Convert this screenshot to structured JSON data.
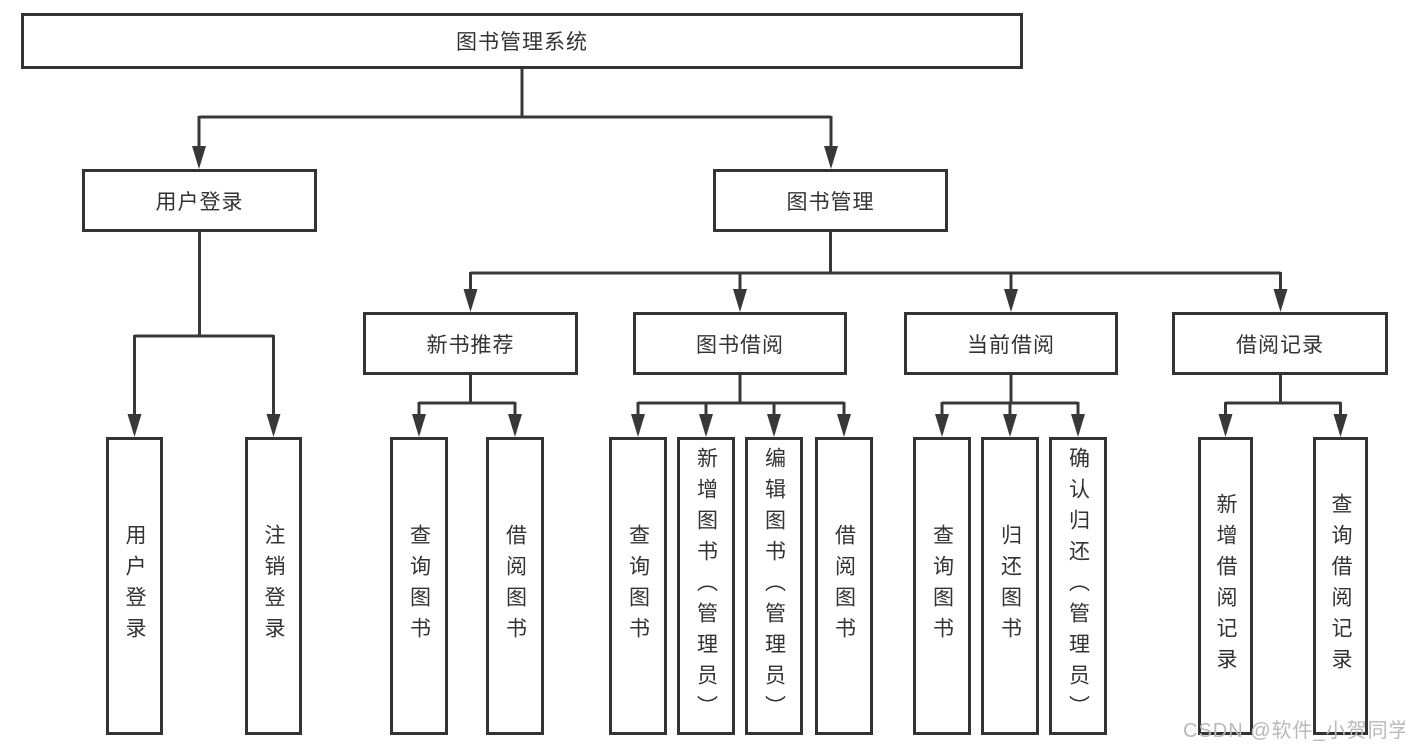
{
  "diagram": {
    "type": "org-tree-flowchart",
    "colors": {
      "line": "#383838",
      "box_border": "#333333",
      "box_fill": "#ffffff",
      "text": "#333333",
      "watermark": "#b9b9b9",
      "background": "#ffffff"
    },
    "root": {
      "label": "图书管理系统"
    },
    "level2": [
      {
        "label": "用户登录"
      },
      {
        "label": "图书管理"
      }
    ],
    "level3": [
      {
        "label": "新书推荐"
      },
      {
        "label": "图书借阅"
      },
      {
        "label": "当前借阅"
      },
      {
        "label": "借阅记录"
      }
    ],
    "leaves": {
      "user_login_group": [
        "用户登录",
        "注销登录"
      ],
      "new_book_group": [
        "查询图书",
        "借阅图书"
      ],
      "book_borrow_group": [
        "查询图书",
        "新增图书（管理员）",
        "编辑图书（管理员）",
        "借阅图书"
      ],
      "current_borrow_group": [
        "查询图书",
        "归还图书",
        "确认归还（管理员）"
      ],
      "record_group": [
        "新增借阅记录",
        "查询借阅记录"
      ]
    },
    "watermark": "CSDN @软件_小贺同学"
  }
}
